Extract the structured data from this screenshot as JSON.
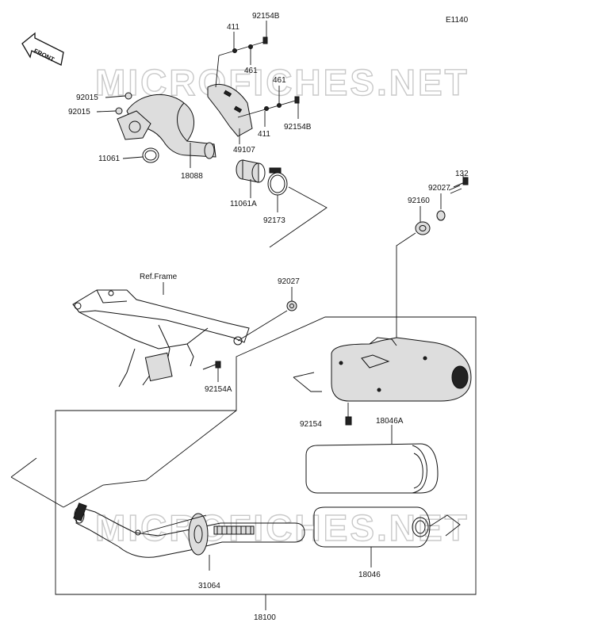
{
  "diagram": {
    "code": "E1140",
    "front_label": "FRONT",
    "ref_label": "Ref.Frame",
    "watermark": "MICROFICHES.NET"
  },
  "labels": {
    "p411_top": "411",
    "p92154B_top": "92154B",
    "p461_top": "461",
    "p461_mid": "461",
    "p92015_a": "92015",
    "p92015_b": "92015",
    "p11061": "11061",
    "p18088": "18088",
    "p49107": "49107",
    "p411_bot": "411",
    "p92154B_bot": "92154B",
    "p11061A": "11061A",
    "p92173": "92173",
    "p132": "132",
    "p92027_top": "92027",
    "p92160": "92160",
    "p92027_mid": "92027",
    "p92154A": "92154A",
    "p92154": "92154",
    "p18046A": "18046A",
    "p18046": "18046",
    "p31064": "31064",
    "p18100": "18100"
  }
}
